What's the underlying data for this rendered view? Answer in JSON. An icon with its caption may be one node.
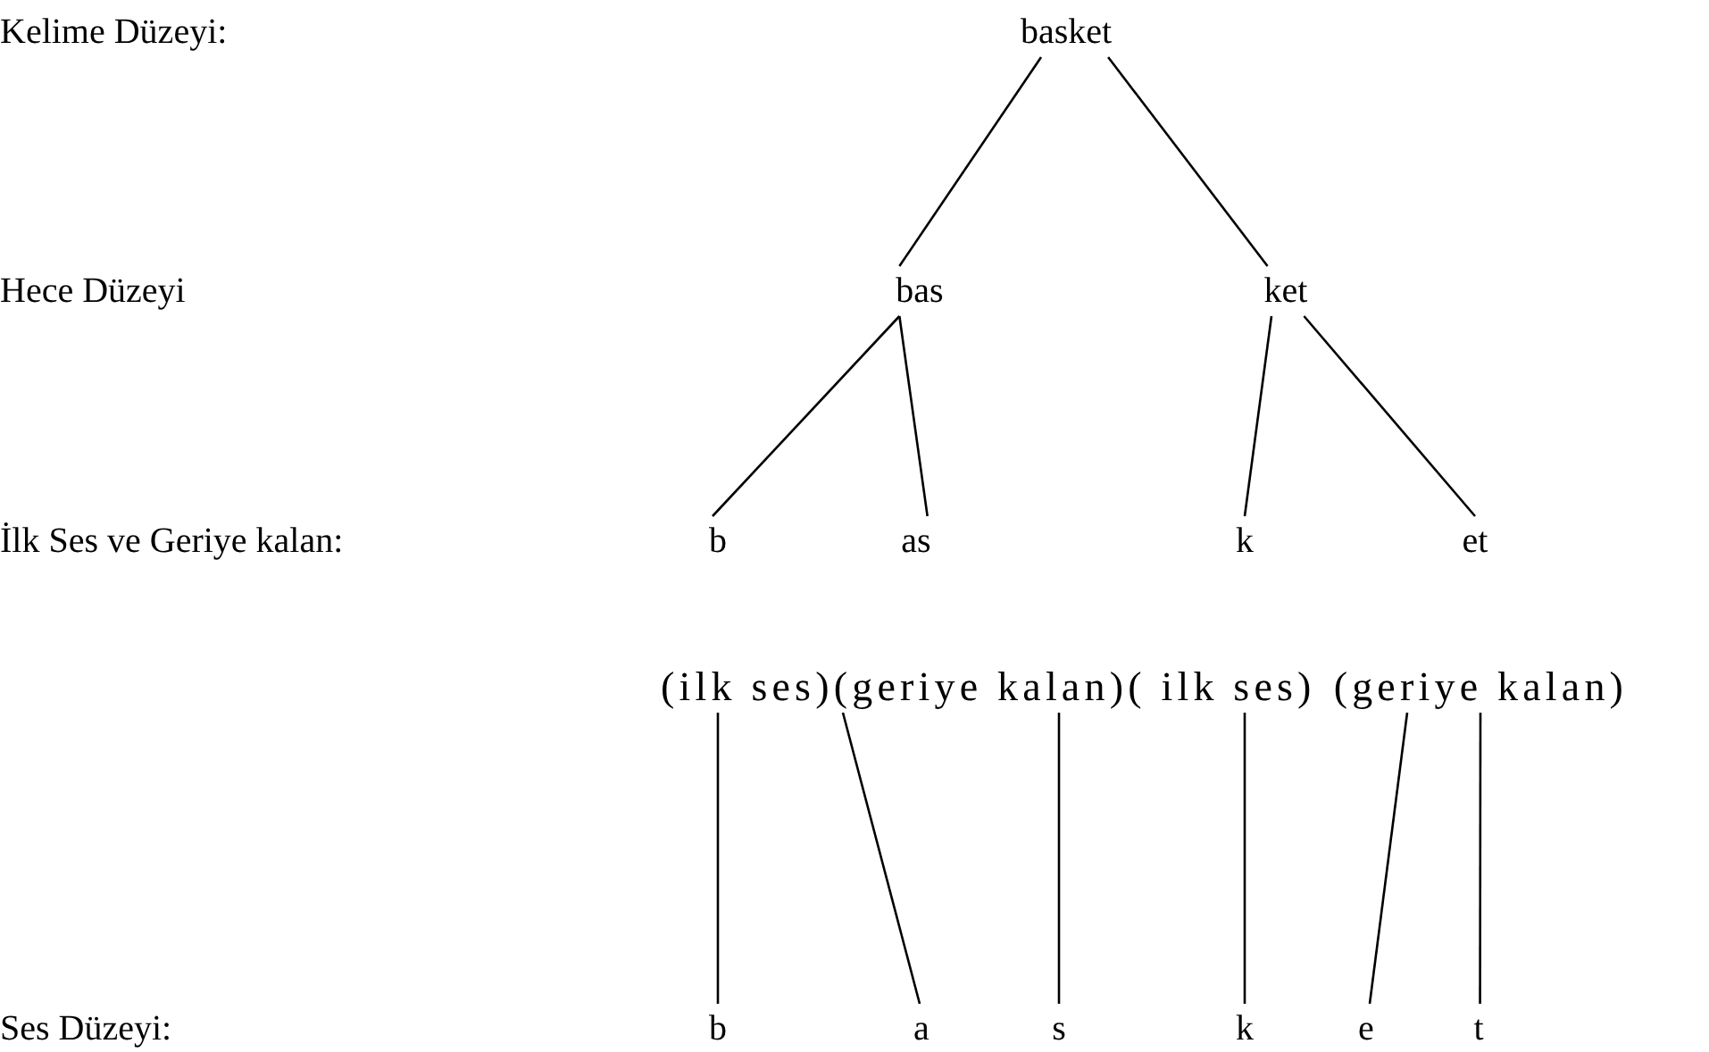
{
  "diagram": {
    "nodes": [
      {
        "text": [
          "basket"
        ]
      },
      {
        "text": [
          "bas"
        ]
      },
      {
        "text": [
          "ket"
        ]
      },
      {
        "text": [
          "b"
        ]
      },
      {
        "text": [
          "as"
        ]
      },
      {
        "text": [
          "k"
        ]
      },
      {
        "text": [
          "et"
        ]
      },
      {
        "text": [
          "(ilk ses)"
        ]
      },
      {
        "text": [
          "(geriye kalan)"
        ]
      },
      {
        "text": [
          "( ilk ses)"
        ]
      },
      {
        "text": [
          "(geriye kalan)"
        ]
      },
      {
        "text": [
          "b"
        ]
      },
      {
        "text": [
          "a"
        ]
      },
      {
        "text": [
          "s"
        ]
      },
      {
        "text": [
          "k"
        ]
      },
      {
        "text": [
          "e"
        ]
      },
      {
        "text": [
          "t"
        ]
      }
    ],
    "edges": [
      {
        "from": 0,
        "to": 1,
        "arrow": "none"
      },
      {
        "from": 0,
        "to": 2,
        "arrow": "none"
      },
      {
        "from": 1,
        "to": 3,
        "arrow": "none"
      },
      {
        "from": 1,
        "to": 4,
        "arrow": "none"
      },
      {
        "from": 2,
        "to": 5,
        "arrow": "none"
      },
      {
        "from": 2,
        "to": 6,
        "arrow": "none"
      },
      {
        "from": 7,
        "to": 11,
        "arrow": "none"
      },
      {
        "from": 8,
        "to": 12,
        "arrow": "none"
      },
      {
        "from": 8,
        "to": 13,
        "arrow": "none"
      },
      {
        "from": 9,
        "to": 14,
        "arrow": "none"
      },
      {
        "from": 10,
        "to": 15,
        "arrow": "none"
      },
      {
        "from": 10,
        "to": 16,
        "arrow": "none"
      }
    ],
    "labels": [
      "Kelime Düzeyi:",
      "Hece Düzeyi",
      "İlk Ses ve Geriye kalan:",
      "Ses Düzeyi:"
    ]
  }
}
